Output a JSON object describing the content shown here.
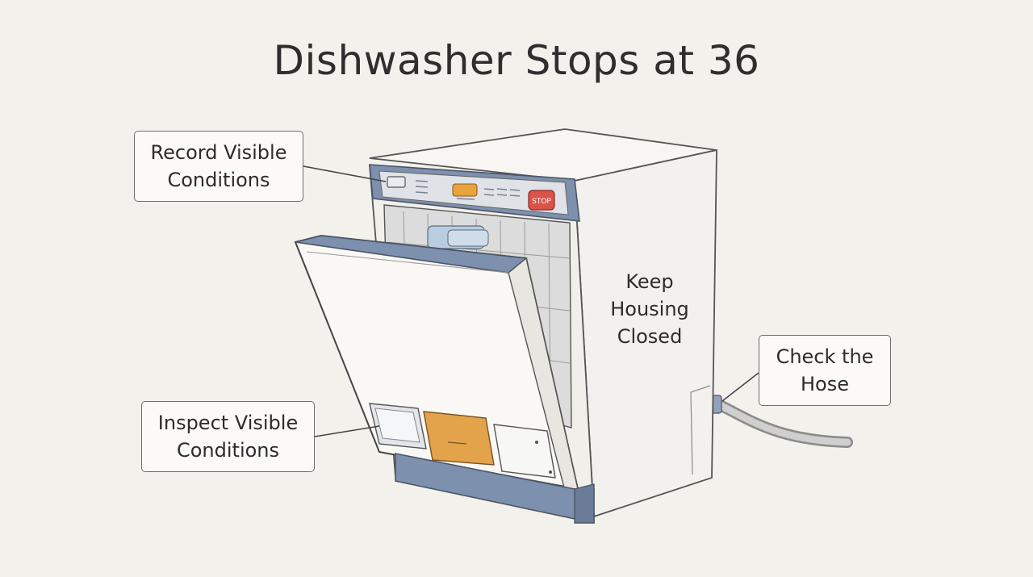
{
  "title": "Dishwasher Stops at 36",
  "panel": {
    "stop_button": "STOP"
  },
  "callouts": {
    "record": "Record Visible Conditions",
    "inspect": "Inspect Visible Conditions",
    "hose": "Check the Hose"
  },
  "side_label": "Keep Housing Closed",
  "colors": {
    "background": "#f3f1ec",
    "panel_blue": "#7d90ad",
    "display_orange": "#e8a33d",
    "stop_red": "#d9534a",
    "detergent_orange": "#e2a34a"
  }
}
